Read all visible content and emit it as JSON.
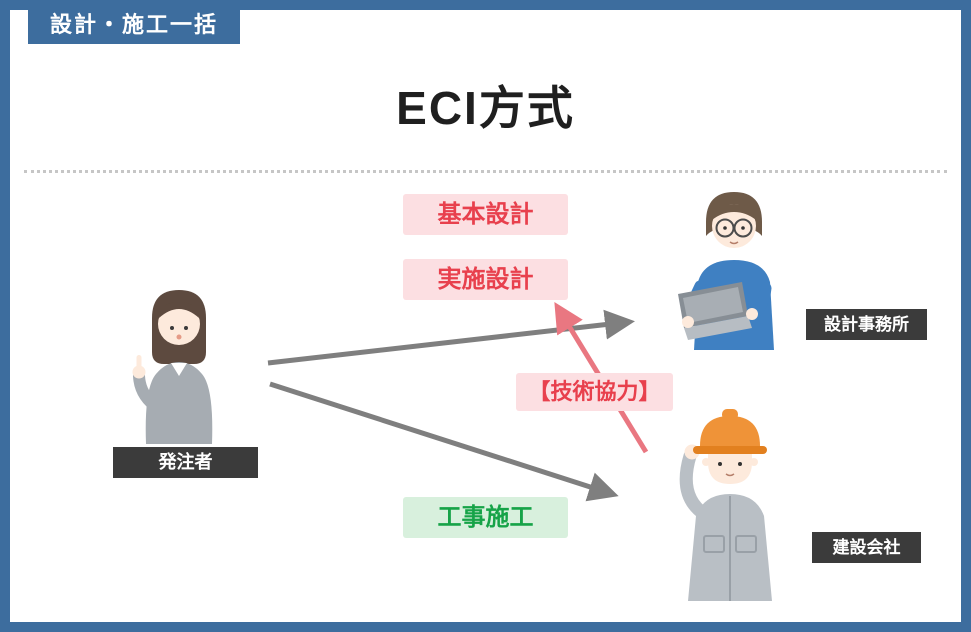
{
  "badge": {
    "label": "設計・施工一括"
  },
  "title": "ECI方式",
  "tags": {
    "basic_design": "基本設計",
    "implementation_design": "実施設計",
    "technical_cooperation": "【技術協力】",
    "construction_work": "工事施工"
  },
  "actors": {
    "client": "発注者",
    "design_office": "設計事務所",
    "construction_company": "建設会社"
  },
  "relations": [
    {
      "from": "発注者",
      "to": "設計事務所",
      "arrow": "gray",
      "covers": [
        "基本設計",
        "実施設計"
      ]
    },
    {
      "from": "発注者",
      "to": "建設会社",
      "arrow": "gray",
      "covers": [
        "工事施工"
      ]
    },
    {
      "from": "建設会社",
      "to": "実施設計",
      "arrow": "pink",
      "label": "【技術協力】"
    }
  ],
  "colors": {
    "frame_blue": "#3d6d9e",
    "pink_label_bg": "#fcdfe2",
    "red_text": "#e8404d",
    "green_label_bg": "#d8f0dd",
    "green_text": "#16a348",
    "dark_label_bg": "#3b3b3b",
    "gray_arrow": "#7f7f7f",
    "pink_arrow": "#e97781"
  }
}
